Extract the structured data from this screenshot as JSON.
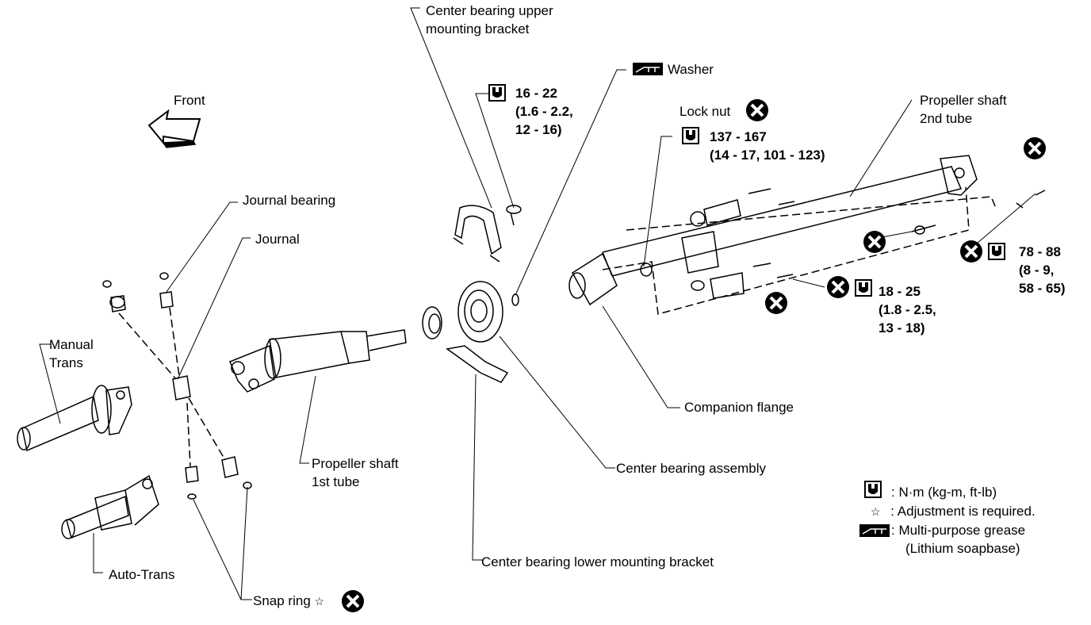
{
  "labels": {
    "front": "Front",
    "center_bearing_upper": [
      "Center bearing upper",
      "mounting bracket"
    ],
    "washer": "Washer",
    "torque_16_22": [
      "16 - 22",
      "(1.6 - 2.2,",
      "12 - 16)"
    ],
    "lock_nut": "Lock nut",
    "torque_137_167": [
      "137 - 167",
      "(14 - 17, 101 - 123)"
    ],
    "propeller_2nd": [
      "Propeller shaft",
      "2nd tube"
    ],
    "journal_bearing": "Journal bearing",
    "journal": "Journal",
    "torque_78_88": [
      "78 - 88",
      "(8 - 9,",
      "58 - 65)"
    ],
    "torque_18_25": [
      "18 - 25",
      "(1.8 - 2.5,",
      "13 - 18)"
    ],
    "manual_trans": [
      "Manual",
      "Trans"
    ],
    "companion_flange": "Companion flange",
    "propeller_1st": [
      "Propeller shaft",
      "1st tube"
    ],
    "center_bearing_assembly": "Center bearing assembly",
    "auto_trans": "Auto-Trans",
    "center_bearing_lower": "Center bearing lower mounting bracket",
    "snap_ring": "Snap ring"
  },
  "legend": {
    "torque": ": N·m (kg-m, ft-lb)",
    "adjustment": ": Adjustment is required.",
    "grease": [
      ": Multi-purpose grease",
      "(Lithium soapbase)"
    ]
  },
  "icons": [
    "torque-wrench-icon",
    "replace-x-icon",
    "grease-icon",
    "star-icon",
    "front-arrow-icon"
  ]
}
